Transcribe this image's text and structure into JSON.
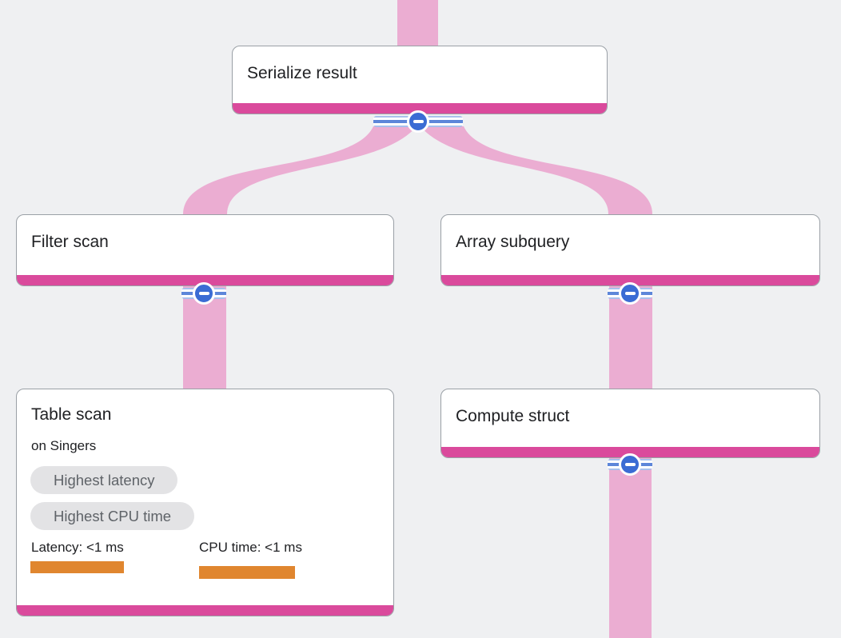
{
  "nodes": {
    "serialize": {
      "title": "Serialize result"
    },
    "filter": {
      "title": "Filter scan"
    },
    "array": {
      "title": "Array subquery"
    },
    "table": {
      "title": "Table scan",
      "subtitle": "on Singers",
      "badges": [
        "Highest latency",
        "Highest CPU time"
      ],
      "metrics": [
        {
          "label": "Latency: <1 ms"
        },
        {
          "label": "CPU time: <1 ms"
        }
      ]
    },
    "compute": {
      "title": "Compute struct"
    }
  },
  "edges": [
    {
      "from": "parent-offscreen-top",
      "to": "serialize"
    },
    {
      "from": "serialize",
      "to": "filter"
    },
    {
      "from": "serialize",
      "to": "array"
    },
    {
      "from": "filter",
      "to": "table"
    },
    {
      "from": "array",
      "to": "compute"
    },
    {
      "from": "compute",
      "to": "child-offscreen-bottom"
    }
  ],
  "icons": {
    "collapse": "minus"
  },
  "colors": {
    "background": "#eff0f2",
    "ribbon_pink": "#ebadd2",
    "node_bottom_bar_magenta": "#da4a9c",
    "collapse_button_blue": "#3b6cd4",
    "stripe_blue_light": "#a8c0ed",
    "stripe_blue_dark": "#5d86d9",
    "metric_bar_orange": "#e0862f",
    "badge_gray": "#e3e3e5",
    "badge_text": "#5f6368",
    "node_border": "#9aa0a6",
    "title_text": "#202124"
  }
}
